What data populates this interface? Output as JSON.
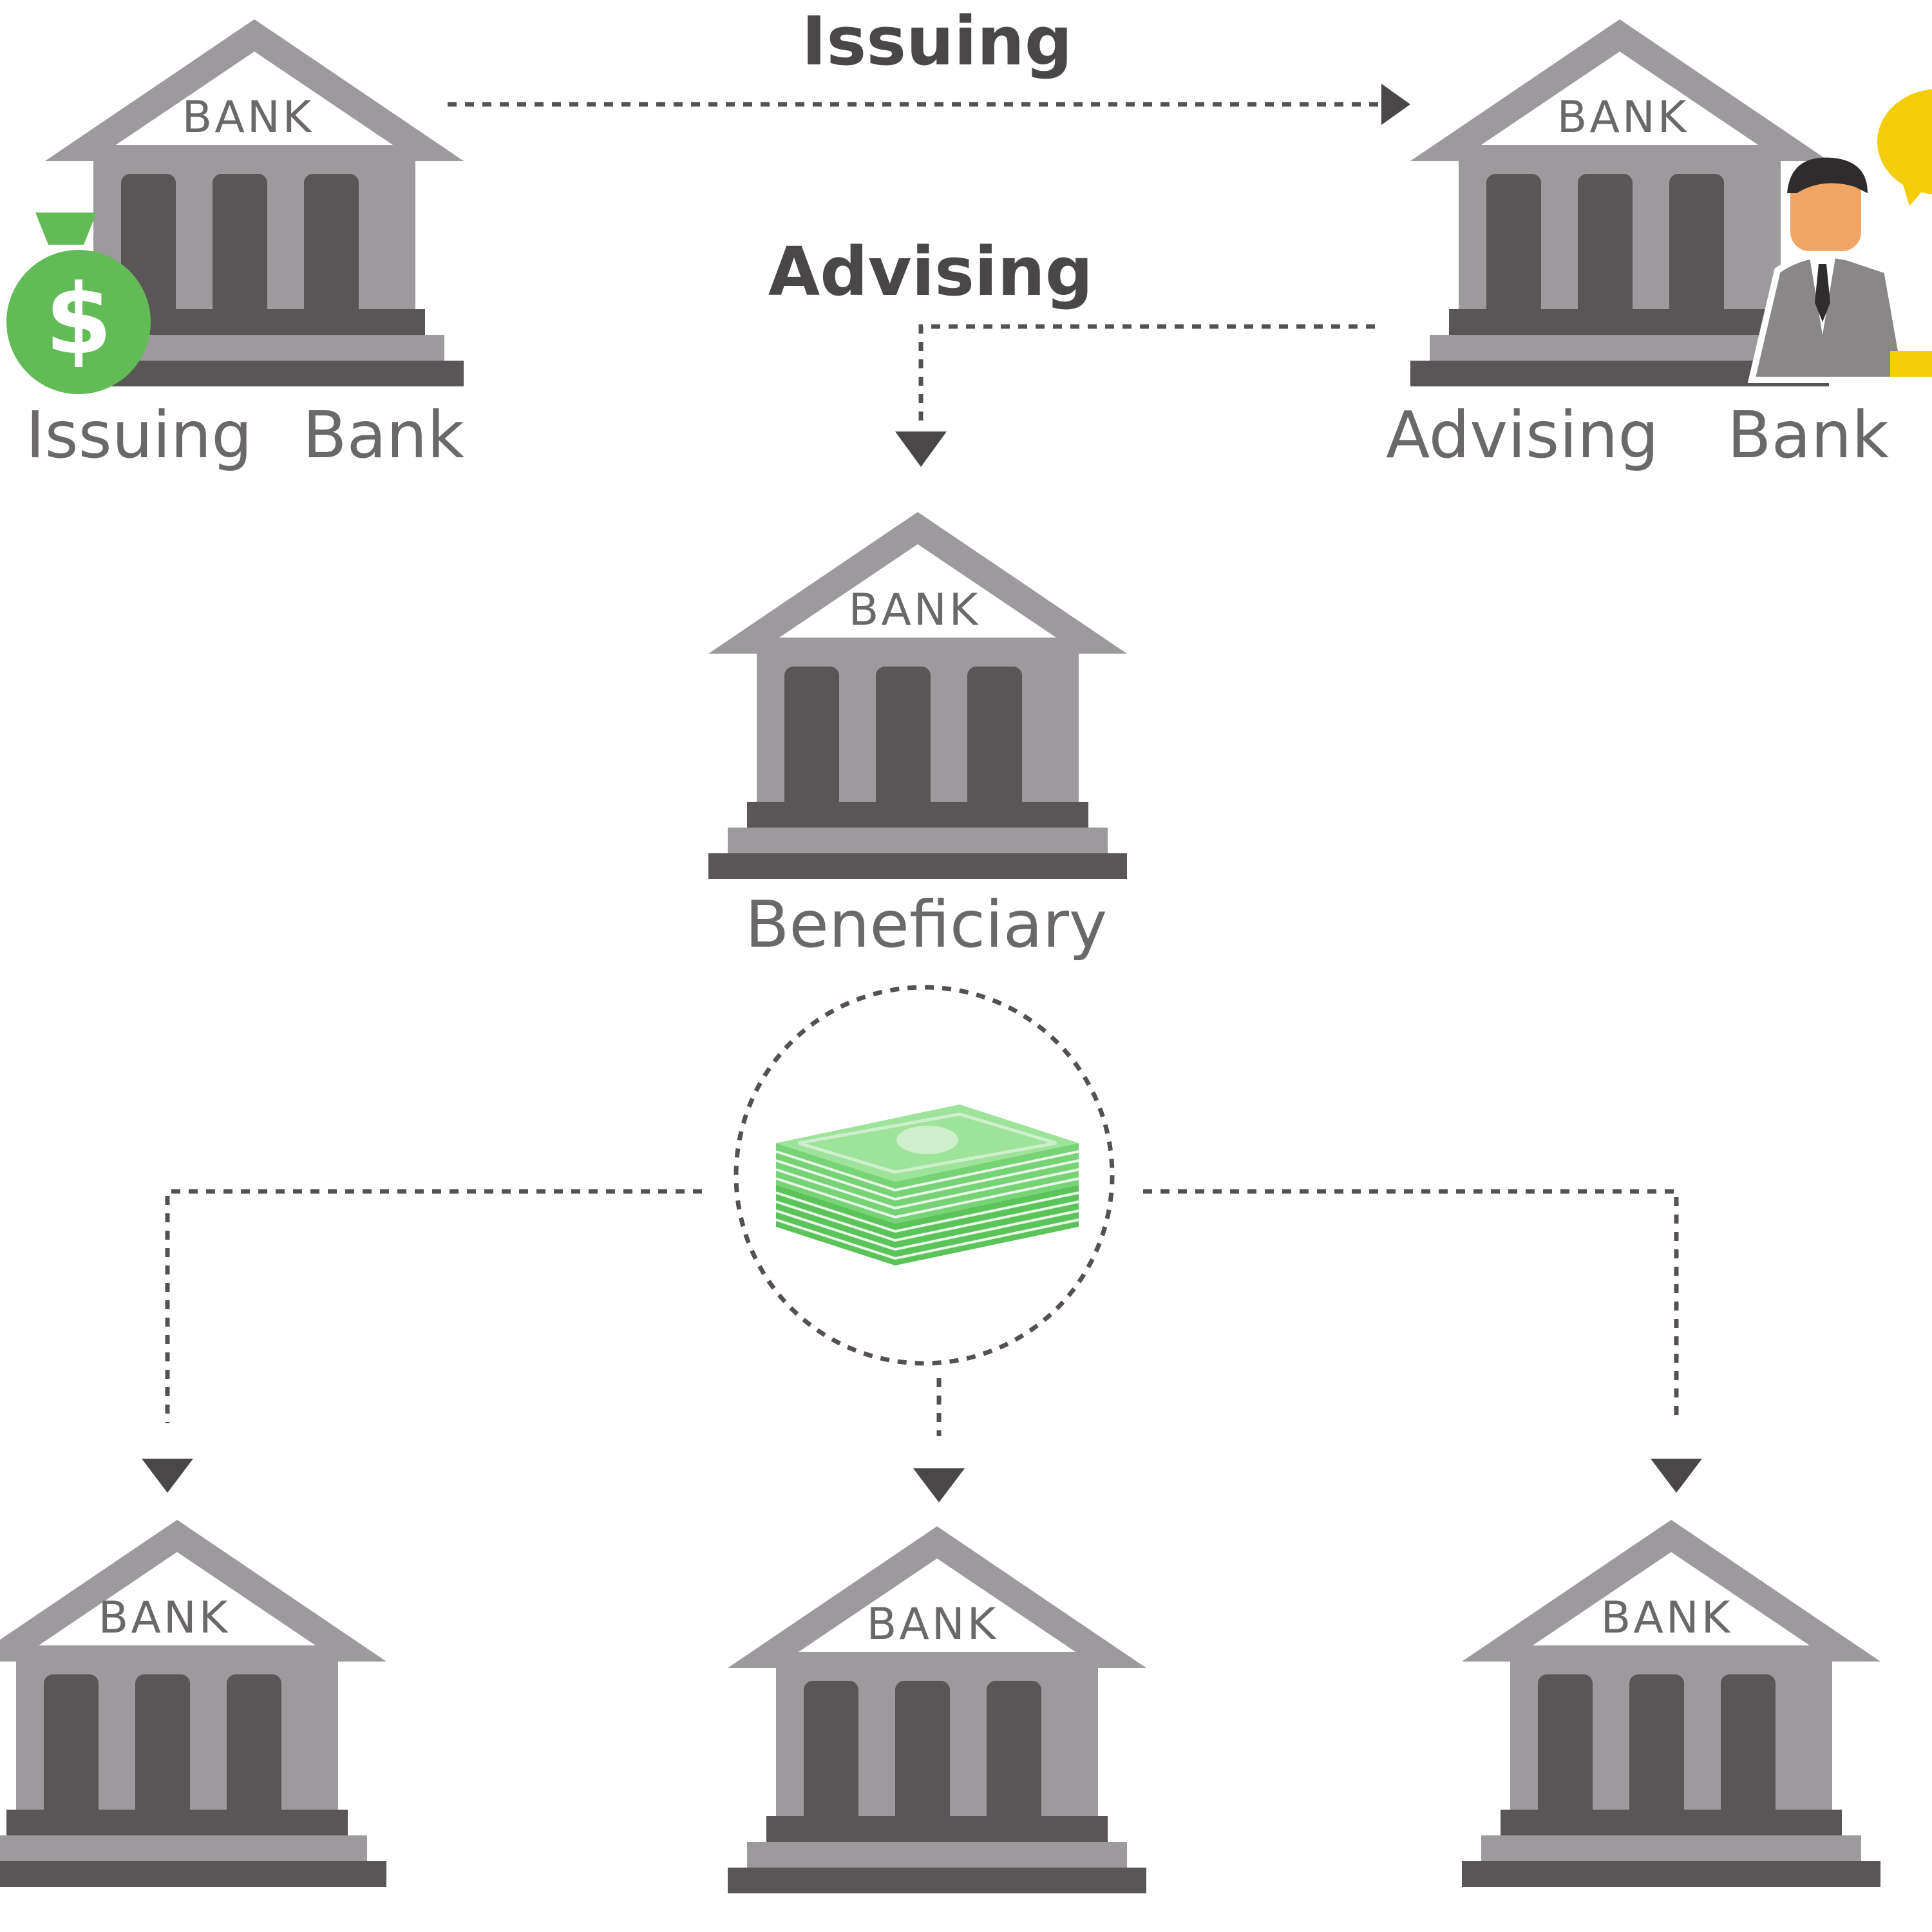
{
  "bank_sign": "BANK",
  "flows": {
    "issuing": "Issuing",
    "advising": "Advising"
  },
  "nodes": {
    "issuing_bank": {
      "label_left": "Issuing",
      "label_right": "Bank"
    },
    "advising_bank": {
      "label_left": "Advising",
      "label_right": "Bank"
    },
    "beneficiary": {
      "label": "Beneficiary"
    },
    "bottom_left": {
      "label": ""
    },
    "bottom_center": {
      "label": ""
    },
    "bottom_right": {
      "label": ""
    }
  },
  "colors": {
    "building_light": "#9c9a9c",
    "building_dark": "#5a5556",
    "money_green": "#6dcf6a",
    "money_bag_green": "#62bb56",
    "bubble_yellow": "#f3cd0a",
    "text": "#4a4748"
  },
  "icons": [
    "bank-building-icon",
    "money-bag-icon",
    "banker-person-icon",
    "speech-bubble-icon",
    "cash-stack-icon"
  ]
}
